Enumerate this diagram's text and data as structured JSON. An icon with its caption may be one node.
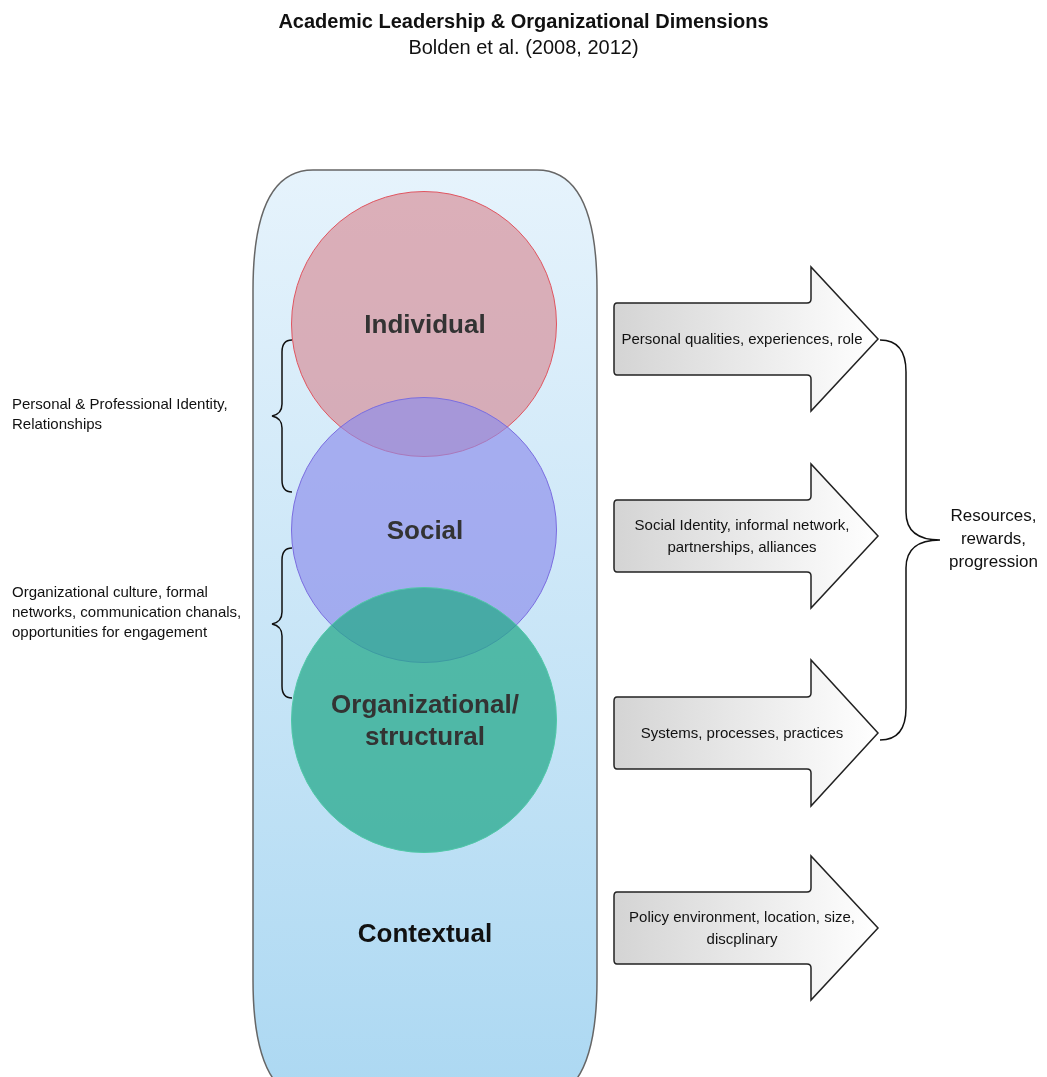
{
  "diagram": {
    "title": "Academic Leadership & Organizational Dimensions",
    "caption": "Bolden et al. (2008, 2012)",
    "nodes": [
      {
        "text": [
          "Contextual"
        ]
      },
      {
        "text": [
          "Individual"
        ],
        "in": 0
      },
      {
        "text": [
          "Social"
        ],
        "in": 0
      },
      {
        "text": [
          "Organizational/ structural"
        ],
        "in": 0
      },
      {
        "text": [
          "Personal qualities, experiences, role"
        ]
      },
      {
        "text": [
          "Social Identity, informal network, partnerships, alliances"
        ]
      },
      {
        "text": [
          "Systems, processes, practices"
        ]
      },
      {
        "text": [
          "Policy environment, location, size, discplinary"
        ]
      }
    ],
    "edges": [],
    "labels": [
      "Personal & Professional Identity, Relationships",
      "Organizational culture, formal networks, communication chanals, opportunities for engagement",
      "Resources, rewards, progression"
    ]
  }
}
